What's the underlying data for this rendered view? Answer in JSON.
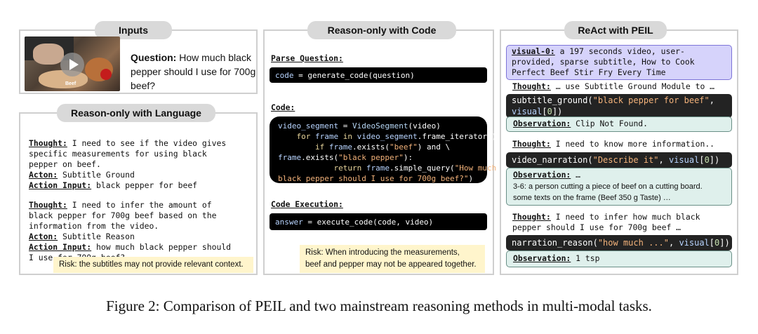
{
  "inputs": {
    "title": "Inputs",
    "question_label": "Question:",
    "question_text_1": "How much black",
    "question_text_2": "pepper should I use for 700g",
    "question_text_3": "beef?",
    "thumb_caption": "Beef"
  },
  "language": {
    "title": "Reason-only with Language",
    "thought_label": "Thought:",
    "t1_l1": "I need to see if the video gives",
    "t1_l2": "specific measurements for using black",
    "t1_l3": "pepper on beef.",
    "acton_label": "Acton:",
    "acton1": "Subtitle Ground",
    "action_input_label": "Action Input:",
    "ai1": "black pepper for beef",
    "t2_l1": "I need to infer the amount of",
    "t2_l2": "black pepper for 700g beef based on the",
    "t2_l3": "information from the video.",
    "acton2": "Subtitle Reason",
    "ai2_l1": "how much black pepper should",
    "ai2_l2": "I use for 700g beef?",
    "risk": "Risk: the subtitles may not provide relevant context."
  },
  "code": {
    "title": "Reason-only with Code",
    "parse_label": "Parse Question:",
    "parse_code_a": "code",
    "parse_code_b": " = generate_code(question)",
    "code_label": "Code:",
    "l1_a": "video_segment",
    "l1_b": " = ",
    "l1_c": "VideoSegment",
    "l1_d": "(video)",
    "l2_a": "    for ",
    "l2_b": "frame",
    "l2_c": " in ",
    "l2_d": "video_segment",
    "l2_e": ".frame_iterator():",
    "l3_a": "        if ",
    "l3_b": "frame",
    "l3_c": ".exists(",
    "l3_d": "\"beef\"",
    "l3_e": ") and \\",
    "l4_a": "frame",
    "l4_b": ".exists(",
    "l4_c": "\"black pepper\"",
    "l4_d": "):",
    "l5_a": "            return ",
    "l5_b": "frame",
    "l5_c": ".simple_query(",
    "l5_d": "\"How much",
    "l6_a": "black pepper should I use for 700g beef?\"",
    "l6_b": ")",
    "exec_label": "Code Execution:",
    "exec_a": "answer",
    "exec_b": " = execute_code(code, video)",
    "risk_l1": "Risk: When introducing the measurements,",
    "risk_l2": "beef and pepper may not be appeared together."
  },
  "react": {
    "title": "ReAct with PEIL",
    "visual_label": "visual-0:",
    "visual_l1": " a 197 seconds video, user-",
    "visual_l2": "provided, sparse subtitle, How to Cook",
    "visual_l3": "Perfect Beef Stir Fry Every Time",
    "thought_label": "Thought:",
    "th1": " … use Subtitle Ground Module to …",
    "call1_a": "subtitle_ground(",
    "call1_b": "\"black pepper for beef\"",
    "call1_c": ",",
    "call1_d": "visual",
    "call1_e": "[",
    "call1_f": "0",
    "call1_g": "])",
    "obs_label": "Observation:",
    "obs1": " Clip Not Found.",
    "th2": " I need to know more information..",
    "call2_a": "video_narration(",
    "call2_b": "\"Describe it\"",
    "call2_c": ", ",
    "call2_d": "visual",
    "call2_e": "[",
    "call2_f": "0",
    "call2_g": "])",
    "obs2_tail": " …",
    "obs2_l1": "3-6: a person cutting a piece of beef on a cutting board.",
    "obs2_l2": "some texts on the frame (Beef 350 g Taste) …",
    "th3_l1": " I need to infer how much black",
    "th3_l2": "pepper should I use for 700g beef …",
    "call3_a": "narration_reason(",
    "call3_b": "\"how much ...\"",
    "call3_c": ", ",
    "call3_d": "visual",
    "call3_e": "[",
    "call3_f": "0",
    "call3_g": "])",
    "obs3": " 1 tsp"
  },
  "caption": "Figure 2: Comparison of PEIL and two mainstream reasoning methods in multi-modal tasks."
}
